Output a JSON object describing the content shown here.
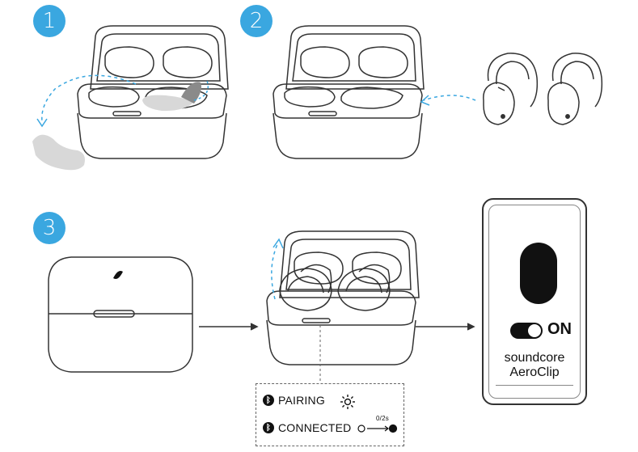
{
  "steps": [
    {
      "number": "1"
    },
    {
      "number": "2"
    },
    {
      "number": "3"
    }
  ],
  "status": {
    "pairing_label": "PAIRING",
    "connected_label": "CONNECTED",
    "connected_timing": "0/2s"
  },
  "phone": {
    "toggle_label": "ON",
    "app_name_line1": "soundcore",
    "app_name_line2": "AeroClip"
  },
  "colors": {
    "accent": "#3aa7e0",
    "earbud_removed": "#d8d8d8",
    "line": "#333333"
  },
  "icons": [
    "bluetooth-icon",
    "sun-icon",
    "hand-pointer-icon",
    "soundcore-logo-icon"
  ]
}
